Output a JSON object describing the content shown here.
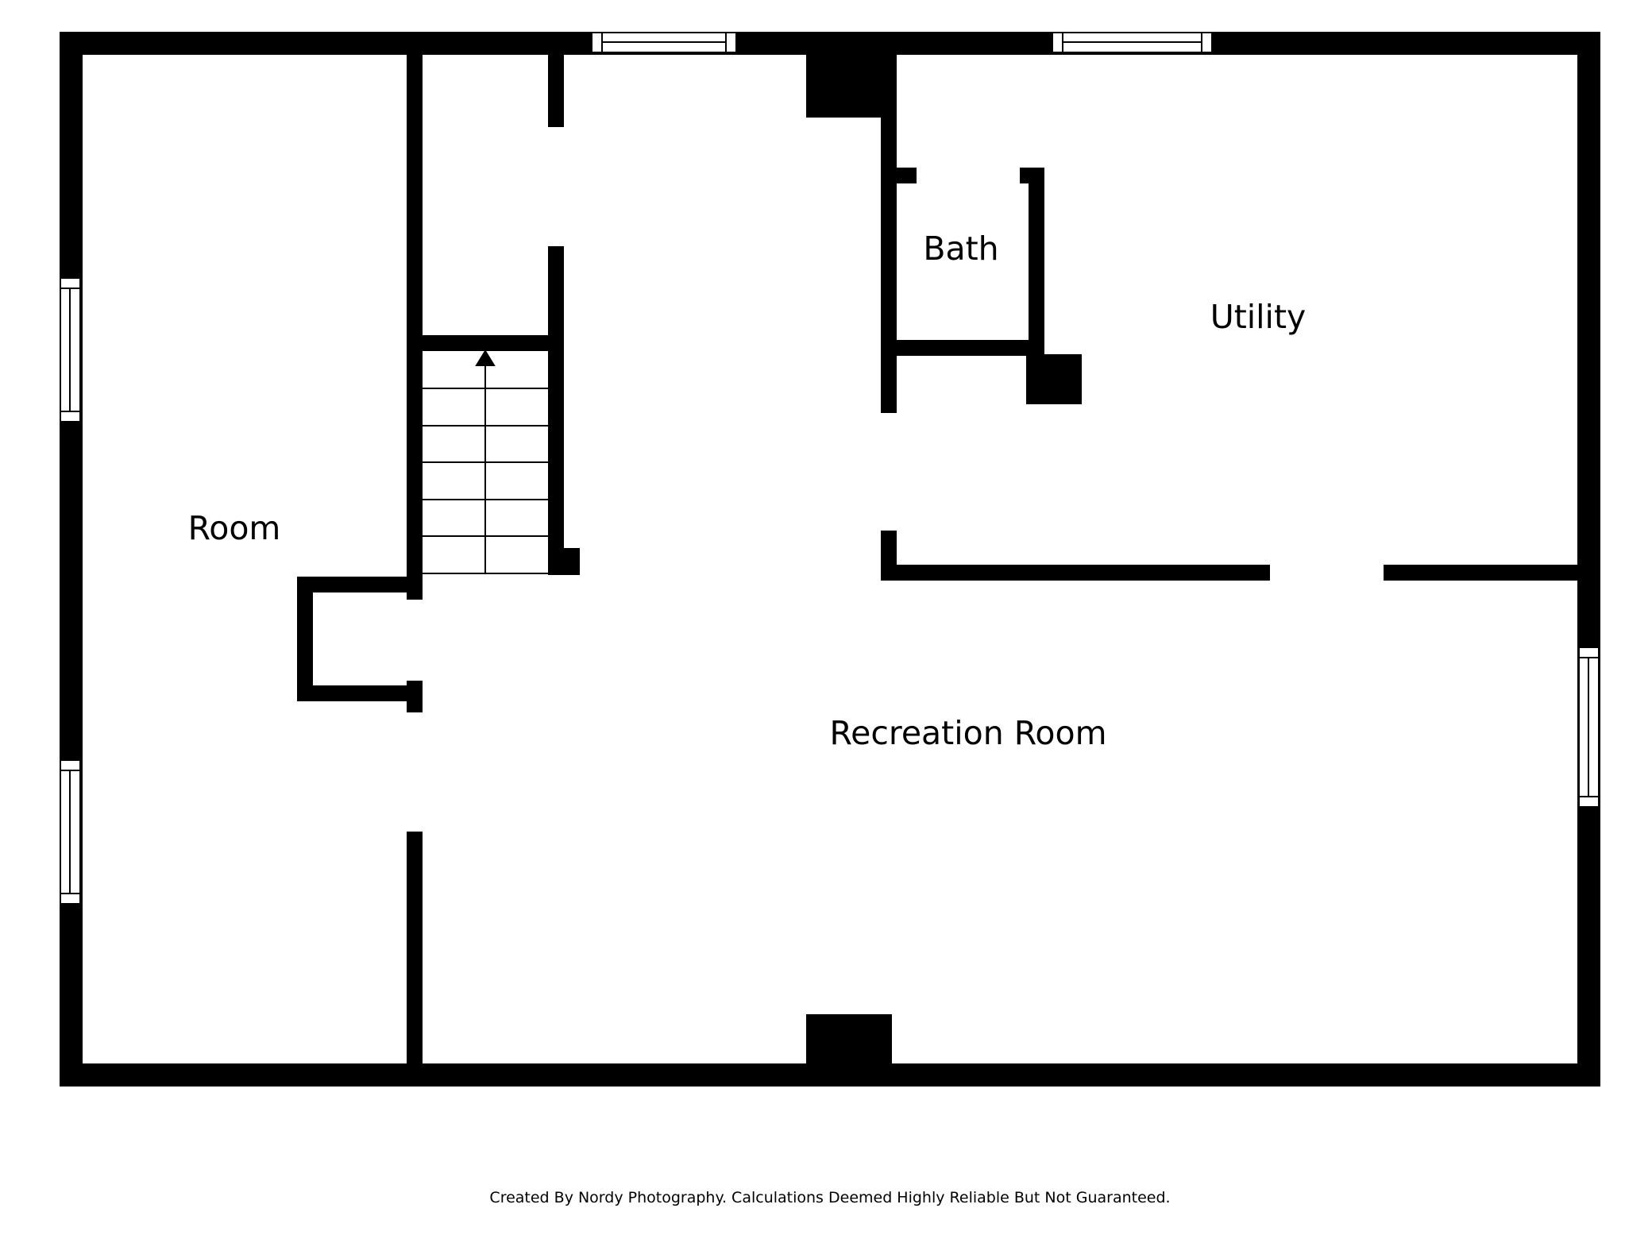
{
  "rooms": {
    "room": "Room",
    "bath": "Bath",
    "utility": "Utility",
    "recreation_room": "Recreation Room"
  },
  "footer": "Created By Nordy Photography. Calculations Deemed Highly Reliable But Not Guaranteed.",
  "colors": {
    "wall": "#000000",
    "background": "#ffffff"
  }
}
